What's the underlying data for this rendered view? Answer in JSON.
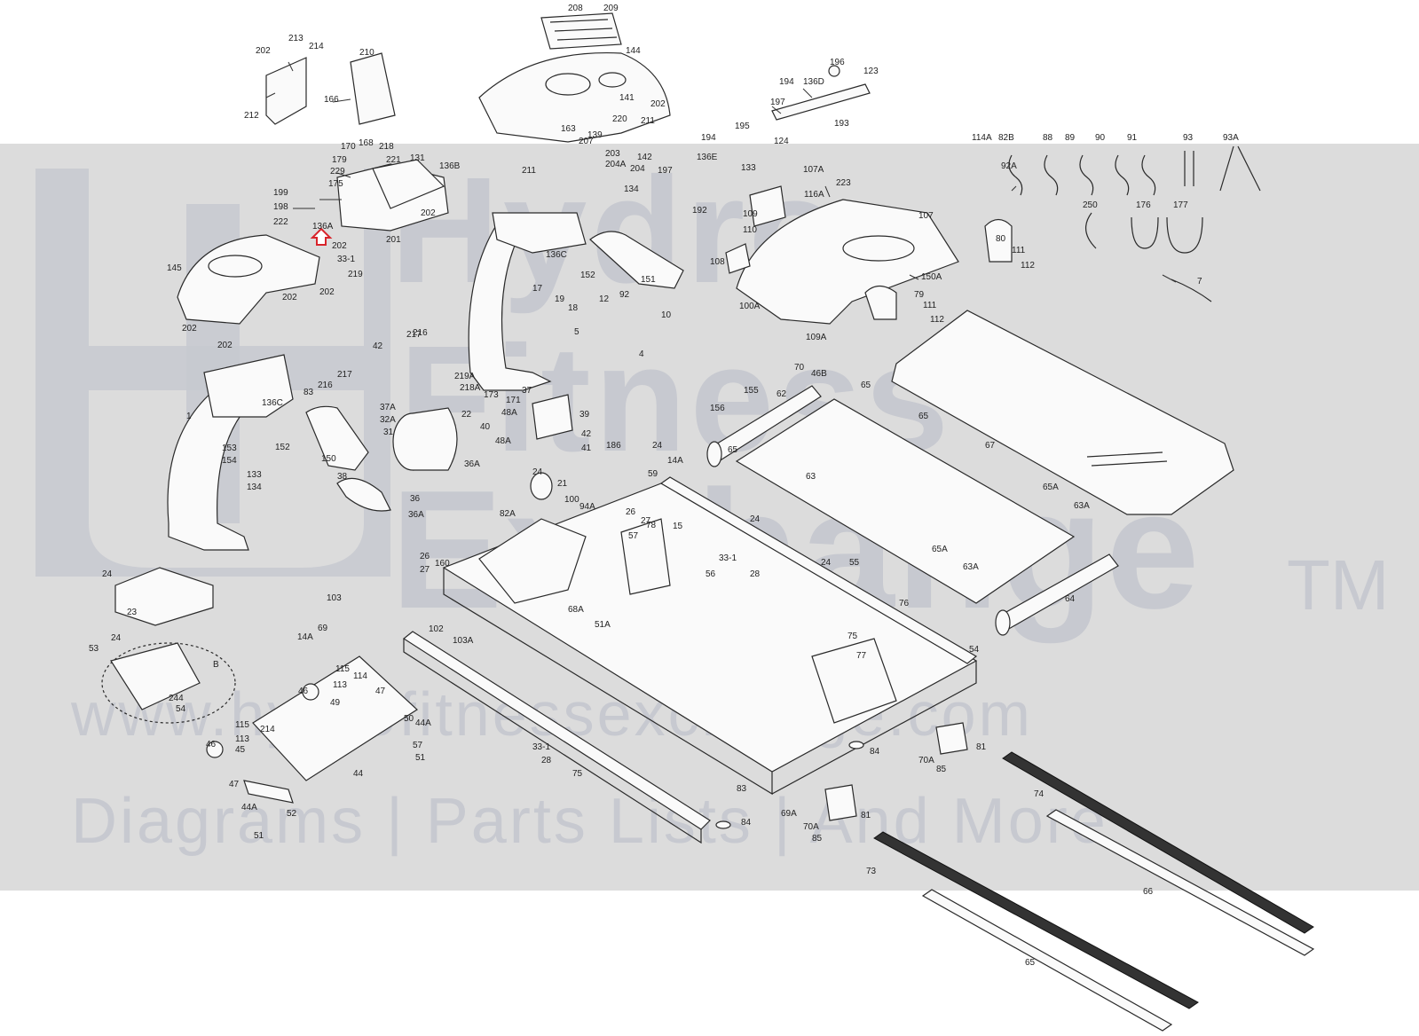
{
  "watermark": {
    "brand_line1": "Hydro",
    "brand_line2": "Fitness",
    "brand_line3": "Exchange",
    "trademark": "TM",
    "url": "www.hydrofitnessexchange.com",
    "tagline": "Diagrams | Parts Lists | And More",
    "band_color": "#dcdcdc",
    "text_color": "#c7c9d0"
  },
  "diagram": {
    "highlight_color": "#d8242b",
    "callouts": [
      {
        "id": "c208",
        "label": "208"
      },
      {
        "id": "c209",
        "label": "209"
      },
      {
        "id": "c144",
        "label": "144"
      },
      {
        "id": "c141",
        "label": "141"
      },
      {
        "id": "c202a",
        "label": "202"
      },
      {
        "id": "c220",
        "label": "220"
      },
      {
        "id": "c211",
        "label": "211"
      },
      {
        "id": "c203",
        "label": "203"
      },
      {
        "id": "c207",
        "label": "207"
      },
      {
        "id": "c139",
        "label": "139"
      },
      {
        "id": "c163",
        "label": "163"
      },
      {
        "id": "c142",
        "label": "142"
      },
      {
        "id": "c204a",
        "label": "204A"
      },
      {
        "id": "c204",
        "label": "204"
      },
      {
        "id": "c213",
        "label": "213"
      },
      {
        "id": "c214",
        "label": "214"
      },
      {
        "id": "c202b",
        "label": "202"
      },
      {
        "id": "c210",
        "label": "210"
      },
      {
        "id": "c166",
        "label": "166"
      },
      {
        "id": "c212",
        "label": "212"
      },
      {
        "id": "c196",
        "label": "196"
      },
      {
        "id": "c123",
        "label": "123"
      },
      {
        "id": "c194a",
        "label": "194"
      },
      {
        "id": "c136d",
        "label": "136D"
      },
      {
        "id": "c197",
        "label": "197"
      },
      {
        "id": "c193",
        "label": "193"
      },
      {
        "id": "c124",
        "label": "124"
      },
      {
        "id": "c114a",
        "label": "114A"
      },
      {
        "id": "c82b",
        "label": "82B"
      },
      {
        "id": "c88",
        "label": "88"
      },
      {
        "id": "c89",
        "label": "89"
      },
      {
        "id": "c90",
        "label": "90"
      },
      {
        "id": "c91",
        "label": "91"
      },
      {
        "id": "c93",
        "label": "93"
      },
      {
        "id": "c93a",
        "label": "93A"
      },
      {
        "id": "c92a",
        "label": "92A"
      },
      {
        "id": "c250",
        "label": "250"
      },
      {
        "id": "c176",
        "label": "176"
      },
      {
        "id": "c177",
        "label": "177"
      },
      {
        "id": "c7",
        "label": "7"
      },
      {
        "id": "c170",
        "label": "170"
      },
      {
        "id": "c168",
        "label": "168"
      },
      {
        "id": "c218",
        "label": "218"
      },
      {
        "id": "c179",
        "label": "179"
      },
      {
        "id": "c229",
        "label": "229"
      },
      {
        "id": "c175",
        "label": "175"
      },
      {
        "id": "c221",
        "label": "221"
      },
      {
        "id": "c131",
        "label": "131"
      },
      {
        "id": "c136b",
        "label": "136B"
      },
      {
        "id": "c199",
        "label": "199"
      },
      {
        "id": "c198",
        "label": "198"
      },
      {
        "id": "c222",
        "label": "222"
      },
      {
        "id": "c136a",
        "label": "136A"
      },
      {
        "id": "c202c",
        "label": "202"
      },
      {
        "id": "c201",
        "label": "201"
      },
      {
        "id": "c33a",
        "label": "33-1"
      },
      {
        "id": "c219",
        "label": "219"
      },
      {
        "id": "c145",
        "label": "145"
      },
      {
        "id": "c202d",
        "label": "202"
      },
      {
        "id": "c202e",
        "label": "202"
      },
      {
        "id": "c202f",
        "label": "202"
      },
      {
        "id": "c202g",
        "label": "202"
      },
      {
        "id": "c202h",
        "label": "202"
      },
      {
        "id": "c211b",
        "label": "211"
      },
      {
        "id": "c194b",
        "label": "194"
      },
      {
        "id": "c195",
        "label": "195"
      },
      {
        "id": "c136e",
        "label": "136E"
      },
      {
        "id": "c133",
        "label": "133"
      },
      {
        "id": "c197b",
        "label": "197"
      },
      {
        "id": "c134",
        "label": "134"
      },
      {
        "id": "c192",
        "label": "192"
      },
      {
        "id": "c107a",
        "label": "107A"
      },
      {
        "id": "c223",
        "label": "223"
      },
      {
        "id": "c116a",
        "label": "116A"
      },
      {
        "id": "c107",
        "label": "107"
      },
      {
        "id": "c109",
        "label": "109"
      },
      {
        "id": "c110",
        "label": "110"
      },
      {
        "id": "c108",
        "label": "108"
      },
      {
        "id": "c80",
        "label": "80"
      },
      {
        "id": "c111",
        "label": "111"
      },
      {
        "id": "c112",
        "label": "112"
      },
      {
        "id": "c150a",
        "label": "150A"
      },
      {
        "id": "c100a",
        "label": "100A"
      },
      {
        "id": "c109a",
        "label": "109A"
      },
      {
        "id": "c79",
        "label": "79"
      },
      {
        "id": "c111b",
        "label": "111"
      },
      {
        "id": "c112b",
        "label": "112"
      },
      {
        "id": "c136c",
        "label": "136C"
      },
      {
        "id": "c152",
        "label": "152"
      },
      {
        "id": "c151",
        "label": "151"
      },
      {
        "id": "c17",
        "label": "17"
      },
      {
        "id": "c12",
        "label": "12"
      },
      {
        "id": "c92",
        "label": "92"
      },
      {
        "id": "c19",
        "label": "19"
      },
      {
        "id": "c18",
        "label": "18"
      },
      {
        "id": "c5",
        "label": "5"
      },
      {
        "id": "c10",
        "label": "10"
      },
      {
        "id": "c4",
        "label": "4"
      },
      {
        "id": "c217",
        "label": "217"
      },
      {
        "id": "c216",
        "label": "216"
      },
      {
        "id": "c42",
        "label": "42"
      },
      {
        "id": "c219a",
        "label": "219A"
      },
      {
        "id": "c218a",
        "label": "218A"
      },
      {
        "id": "c173",
        "label": "173"
      },
      {
        "id": "c171",
        "label": "171"
      },
      {
        "id": "c37",
        "label": "37"
      },
      {
        "id": "c155",
        "label": "155"
      },
      {
        "id": "c156",
        "label": "156"
      },
      {
        "id": "c70",
        "label": "70"
      },
      {
        "id": "c46b",
        "label": "46B"
      },
      {
        "id": "c62",
        "label": "62"
      },
      {
        "id": "c65a",
        "label": "65"
      },
      {
        "id": "c65b",
        "label": "65"
      },
      {
        "id": "c67",
        "label": "67"
      },
      {
        "id": "c1",
        "label": "1"
      },
      {
        "id": "c136c2",
        "label": "136C"
      },
      {
        "id": "c83",
        "label": "83"
      },
      {
        "id": "c216b",
        "label": "216"
      },
      {
        "id": "c217b",
        "label": "217"
      },
      {
        "id": "c153",
        "label": "153"
      },
      {
        "id": "c154",
        "label": "154"
      },
      {
        "id": "c152b",
        "label": "152"
      },
      {
        "id": "c150",
        "label": "150"
      },
      {
        "id": "c133b",
        "label": "133"
      },
      {
        "id": "c134b",
        "label": "134"
      },
      {
        "id": "c37a",
        "label": "37A"
      },
      {
        "id": "c32a",
        "label": "32A"
      },
      {
        "id": "c31",
        "label": "31"
      },
      {
        "id": "c22",
        "label": "22"
      },
      {
        "id": "c38",
        "label": "38"
      },
      {
        "id": "c36a",
        "label": "36A"
      },
      {
        "id": "c36",
        "label": "36"
      },
      {
        "id": "c36a2",
        "label": "36A"
      },
      {
        "id": "c48a",
        "label": "48A"
      },
      {
        "id": "c39",
        "label": "39"
      },
      {
        "id": "c40",
        "label": "40"
      },
      {
        "id": "c48a2",
        "label": "48A"
      },
      {
        "id": "c42b",
        "label": "42"
      },
      {
        "id": "c41",
        "label": "41"
      },
      {
        "id": "c186",
        "label": "186"
      },
      {
        "id": "c24a",
        "label": "24"
      },
      {
        "id": "c14a",
        "label": "14A"
      },
      {
        "id": "c59",
        "label": "59"
      },
      {
        "id": "c65c",
        "label": "65"
      },
      {
        "id": "c63",
        "label": "63"
      },
      {
        "id": "c65a2",
        "label": "65A"
      },
      {
        "id": "c63a",
        "label": "63A"
      },
      {
        "id": "c24b",
        "label": "24"
      },
      {
        "id": "c21",
        "label": "21"
      },
      {
        "id": "c100",
        "label": "100"
      },
      {
        "id": "c94a",
        "label": "94A"
      },
      {
        "id": "c82a",
        "label": "82A"
      },
      {
        "id": "c26",
        "label": "26"
      },
      {
        "id": "c27",
        "label": "27"
      },
      {
        "id": "c78",
        "label": "78"
      },
      {
        "id": "c57",
        "label": "57"
      },
      {
        "id": "c15",
        "label": "15"
      },
      {
        "id": "c24c",
        "label": "24"
      },
      {
        "id": "c65a3",
        "label": "65A"
      },
      {
        "id": "c55",
        "label": "55"
      },
      {
        "id": "c63a2",
        "label": "63A"
      },
      {
        "id": "c24d",
        "label": "24"
      },
      {
        "id": "c23",
        "label": "23"
      },
      {
        "id": "c53",
        "label": "53"
      },
      {
        "id": "c24e",
        "label": "24"
      },
      {
        "id": "c244",
        "label": "244"
      },
      {
        "id": "c54",
        "label": "54"
      },
      {
        "id": "c8",
        "label": "B"
      },
      {
        "id": "c103",
        "label": "103"
      },
      {
        "id": "c69",
        "label": "69"
      },
      {
        "id": "c14a2",
        "label": "14A"
      },
      {
        "id": "c26b",
        "label": "26"
      },
      {
        "id": "c27b",
        "label": "27"
      },
      {
        "id": "c160",
        "label": "160"
      },
      {
        "id": "c102",
        "label": "102"
      },
      {
        "id": "c103a",
        "label": "103A"
      },
      {
        "id": "c68a",
        "label": "68A"
      },
      {
        "id": "c51a",
        "label": "51A"
      },
      {
        "id": "c56",
        "label": "56"
      },
      {
        "id": "c33b",
        "label": "33-1"
      },
      {
        "id": "c28",
        "label": "28"
      },
      {
        "id": "c76",
        "label": "76"
      },
      {
        "id": "c64",
        "label": "64"
      },
      {
        "id": "c24f",
        "label": "24"
      },
      {
        "id": "c75",
        "label": "75"
      },
      {
        "id": "c77",
        "label": "77"
      },
      {
        "id": "c54b",
        "label": "54"
      },
      {
        "id": "c115",
        "label": "115"
      },
      {
        "id": "c114",
        "label": "114"
      },
      {
        "id": "c113",
        "label": "113"
      },
      {
        "id": "c46",
        "label": "46"
      },
      {
        "id": "c47",
        "label": "47"
      },
      {
        "id": "c49",
        "label": "49"
      },
      {
        "id": "c50",
        "label": "50"
      },
      {
        "id": "c44a",
        "label": "44A"
      },
      {
        "id": "c57b",
        "label": "57"
      },
      {
        "id": "c51",
        "label": "51"
      },
      {
        "id": "c44",
        "label": "44"
      },
      {
        "id": "c115b",
        "label": "115"
      },
      {
        "id": "c113b",
        "label": "113"
      },
      {
        "id": "c214b",
        "label": "214"
      },
      {
        "id": "c45",
        "label": "45"
      },
      {
        "id": "c46c",
        "label": "46"
      },
      {
        "id": "c47b",
        "label": "47"
      },
      {
        "id": "c44a2",
        "label": "44A"
      },
      {
        "id": "c52",
        "label": "52"
      },
      {
        "id": "c51b",
        "label": "51"
      },
      {
        "id": "c33c",
        "label": "33-1"
      },
      {
        "id": "c28b",
        "label": "28"
      },
      {
        "id": "c75b",
        "label": "75"
      },
      {
        "id": "c83b",
        "label": "83"
      },
      {
        "id": "c84",
        "label": "84"
      },
      {
        "id": "c69a",
        "label": "69A"
      },
      {
        "id": "c70a",
        "label": "70A"
      },
      {
        "id": "c85",
        "label": "85"
      },
      {
        "id": "c81",
        "label": "81"
      },
      {
        "id": "c74",
        "label": "74"
      },
      {
        "id": "c73",
        "label": "73"
      },
      {
        "id": "c66",
        "label": "66"
      },
      {
        "id": "c65d",
        "label": "65"
      },
      {
        "id": "c84b",
        "label": "84"
      },
      {
        "id": "c70a2",
        "label": "70A"
      },
      {
        "id": "c85b",
        "label": "85"
      },
      {
        "id": "c81b",
        "label": "81"
      }
    ]
  }
}
